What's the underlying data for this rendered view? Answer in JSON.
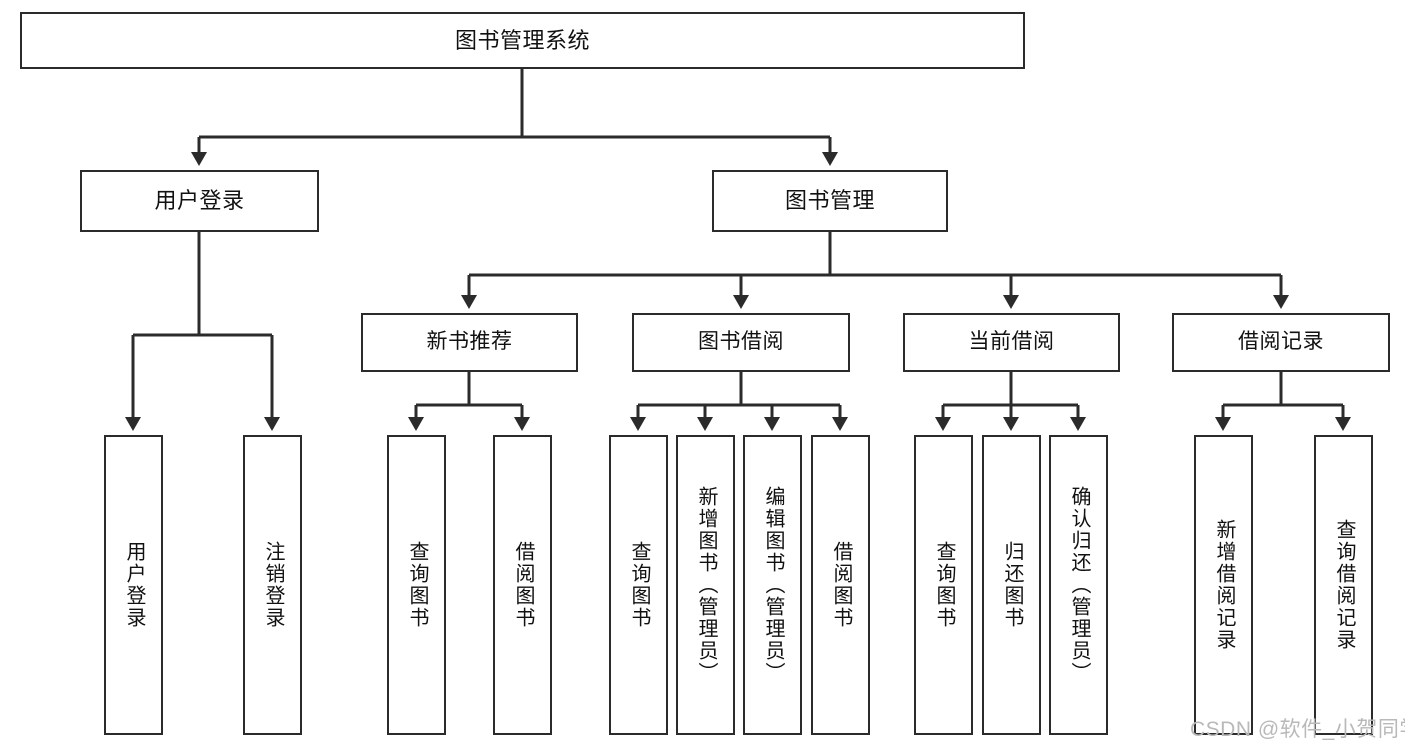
{
  "diagram": {
    "title": "图书管理系统",
    "type": "tree-hierarchy",
    "colors": {
      "box_border": "#2b2b2b",
      "box_fill": "#ffffff",
      "connector": "#2b2b2b",
      "background": "#ffffff",
      "watermark": "#b9b9b9"
    },
    "nodes": {
      "root": {
        "label": "图书管理系统"
      },
      "level2": [
        {
          "label": "用户登录"
        },
        {
          "label": "图书管理"
        }
      ],
      "level3": [
        {
          "label": "新书推荐"
        },
        {
          "label": "图书借阅"
        },
        {
          "label": "当前借阅"
        },
        {
          "label": "借阅记录"
        }
      ],
      "leaves": {
        "user_login": [
          {
            "label": "用户登录"
          },
          {
            "label": "注销登录"
          }
        ],
        "new_book_recommend": [
          {
            "label": "查询图书"
          },
          {
            "label": "借阅图书"
          }
        ],
        "book_borrow": [
          {
            "label": "查询图书"
          },
          {
            "label": "新增图书（管理员）"
          },
          {
            "label": "编辑图书（管理员）"
          },
          {
            "label": "借阅图书"
          }
        ],
        "current_borrow": [
          {
            "label": "查询图书"
          },
          {
            "label": "归还图书"
          },
          {
            "label": "确认归还（管理员）"
          }
        ],
        "borrow_record": [
          {
            "label": "新增借阅记录"
          },
          {
            "label": "查询借阅记录"
          }
        ]
      }
    },
    "watermark": "CSDN @软件_小贺同学"
  }
}
